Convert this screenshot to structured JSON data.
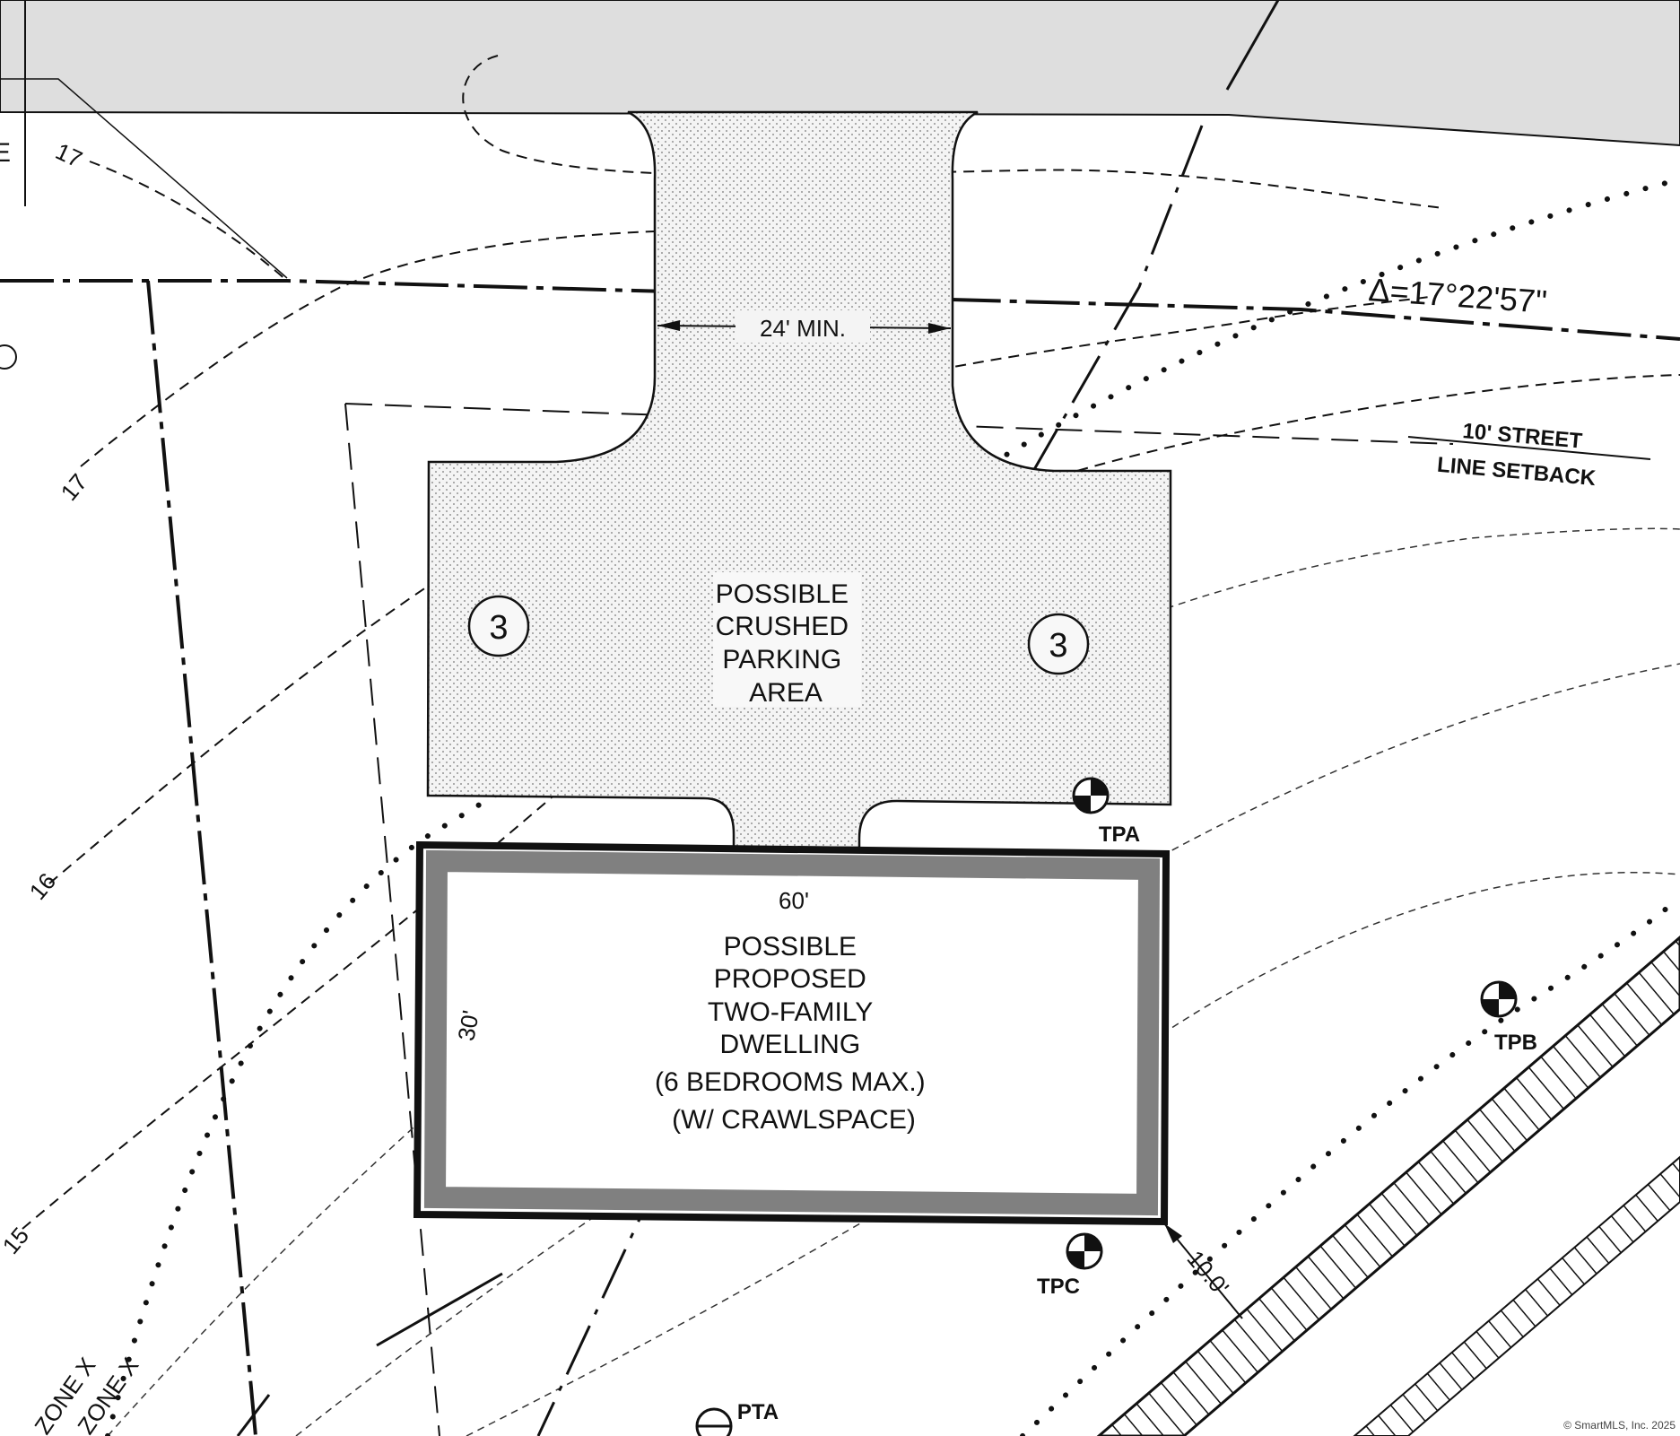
{
  "diagram": {
    "driveway_width_label": "24' MIN.",
    "curve_delta_label": "Δ=17°22'57\"",
    "setback_label_line1": "10' STREET",
    "setback_label_line2": "LINE SETBACK",
    "parking_label_lines": [
      "POSSIBLE",
      "CRUSHED",
      "PARKING",
      "AREA"
    ],
    "parking_space_count_left": "3",
    "parking_space_count_right": "3",
    "dwelling_width_label": "60'",
    "dwelling_depth_label": "30'",
    "dwelling_label_lines": [
      "POSSIBLE",
      "PROPOSED",
      "TWO-FAMILY",
      "DWELLING",
      "(6 BEDROOMS MAX.)",
      "(W/ CRAWLSPACE)"
    ],
    "offset_label": "10.0'",
    "test_pits": [
      "TPA",
      "TPB",
      "TPC",
      "PTA"
    ],
    "contours": [
      "17",
      "17",
      "16",
      "15"
    ],
    "zone_labels": [
      "ZONE X",
      "ZONE X"
    ],
    "edge_letter": "E",
    "copyright": "© SmartMLS, Inc. 2025"
  },
  "colors": {
    "road": "#dedede",
    "line": "#111111",
    "dwelling_outline": "#808080",
    "parking_fill": "#f0f0f0"
  }
}
